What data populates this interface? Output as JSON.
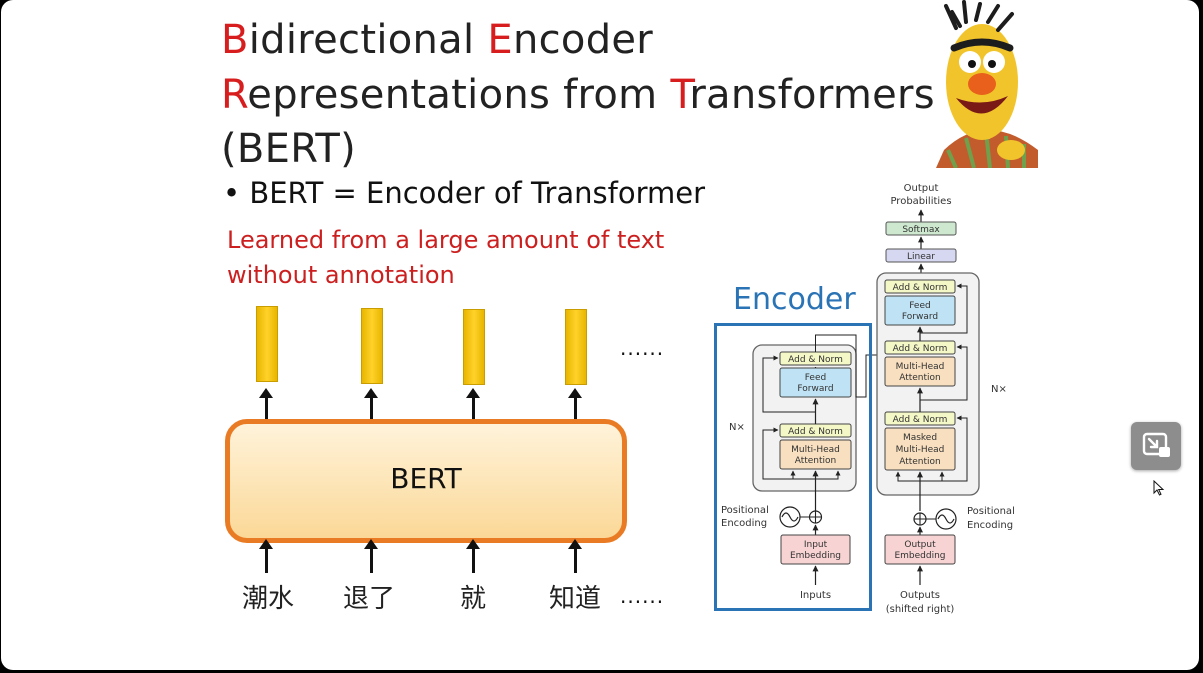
{
  "title": {
    "line1": [
      {
        "text": "B",
        "hl": true
      },
      {
        "text": "idirectional ",
        "hl": false
      },
      {
        "text": "E",
        "hl": true
      },
      {
        "text": "ncoder",
        "hl": false
      }
    ],
    "line2": [
      {
        "text": "R",
        "hl": true
      },
      {
        "text": "epresentations from ",
        "hl": false
      },
      {
        "text": "T",
        "hl": true
      },
      {
        "text": "ransformers",
        "hl": false
      }
    ],
    "line3": "(BERT)"
  },
  "bullet": {
    "marker": "•",
    "text": "BERT =  Encoder of Transformer"
  },
  "note": {
    "line1": "Learned from a large amount of text",
    "line2": "without annotation"
  },
  "bert_box_label": "BERT",
  "tokens": [
    "潮水",
    "退了",
    "就",
    "知道"
  ],
  "dots": "......",
  "encoder_label": "Encoder",
  "transformer": {
    "output_probabilities": [
      "Output",
      "Probabilities"
    ],
    "softmax": "Softmax",
    "linear": "Linear",
    "add_norm": "Add & Norm",
    "feed_forward": [
      "Feed",
      "Forward"
    ],
    "multi_head_attention": [
      "Multi-Head",
      "Attention"
    ],
    "masked_multi_head_attention": [
      "Masked",
      "Multi-Head",
      "Attention"
    ],
    "nx": "N×",
    "positional_encoding": [
      "Positional",
      "Encoding"
    ],
    "input_embedding": [
      "Input",
      "Embedding"
    ],
    "output_embedding": [
      "Output",
      "Embedding"
    ],
    "inputs": "Inputs",
    "outputs": [
      "Outputs",
      "(shifted right)"
    ]
  },
  "mascot_icon": "bert-muppet-icon",
  "pip_icon": "exit-picture-in-picture-icon",
  "cursor_icon": "mouse-cursor-icon",
  "colors": {
    "accent_red": "#d71d1d",
    "bert_border": "#ea7b25",
    "encoder_blue": "#2a73b5",
    "output_bar": "#ffd22a"
  }
}
